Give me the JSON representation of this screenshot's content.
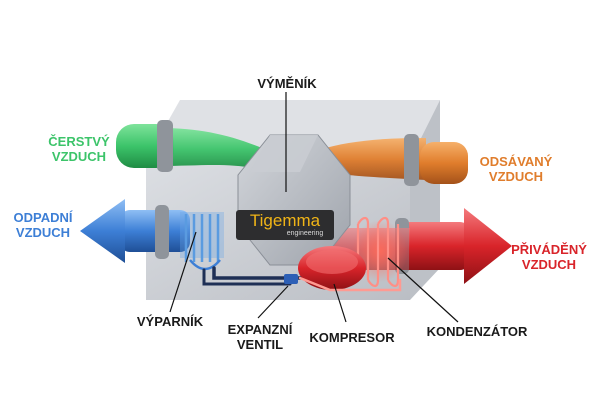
{
  "labels": {
    "exchanger": "VÝMĚNÍK",
    "fresh_air": [
      "ČERSTVÝ",
      "VZDUCH"
    ],
    "exhaust_air": [
      "ODSÁVANÝ",
      "VZDUCH"
    ],
    "waste_air": [
      "ODPADNÍ",
      "VZDUCH"
    ],
    "supply_air": [
      "PŘIVÁDĚNÝ",
      "VZDUCH"
    ],
    "evaporator": "VÝPARNÍK",
    "expansion_valve": [
      "EXPANZNÍ",
      "VENTIL"
    ],
    "compressor": "KOMPRESOR",
    "condenser": "KONDENZÁTOR"
  },
  "logo": {
    "name": "Tigemma",
    "sub": "engineering"
  },
  "colors": {
    "fresh": "#3cc46a",
    "exhaust": "#e07d2c",
    "waste": "#3d7fd6",
    "supply": "#d9242a",
    "box": "#c9ccd2",
    "logo_text": "#f0b417"
  }
}
